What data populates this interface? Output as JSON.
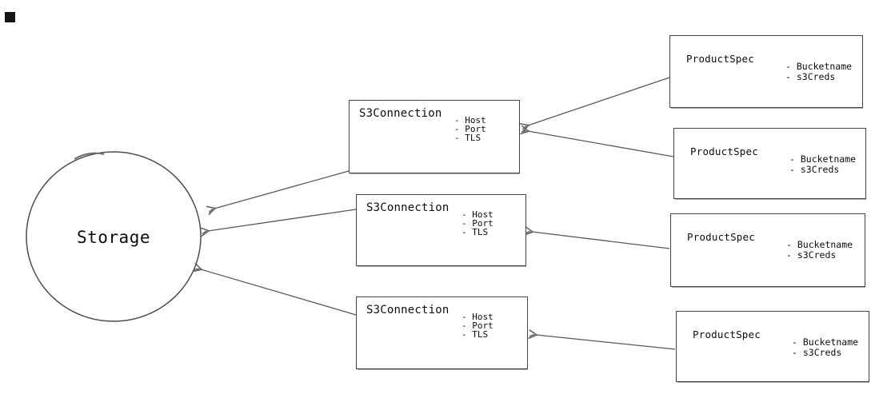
{
  "diagram": {
    "storage": {
      "label": "Storage"
    },
    "s3_connections": [
      {
        "title": "S3Connection",
        "attributes": [
          "- Host",
          "- Port",
          "- TLS"
        ]
      },
      {
        "title": "S3Connection",
        "attributes": [
          "- Host",
          "- Port",
          "- TLS"
        ]
      },
      {
        "title": "S3Connection",
        "attributes": [
          "- Host",
          "- Port",
          "- TLS"
        ]
      }
    ],
    "product_specs": [
      {
        "title": "ProductSpec",
        "attributes": [
          "- Bucketname",
          "- s3Creds"
        ]
      },
      {
        "title": "ProductSpec",
        "attributes": [
          "- Bucketname",
          "- s3Creds"
        ]
      },
      {
        "title": "ProductSpec",
        "attributes": [
          "- Bucketname",
          "- s3Creds"
        ]
      },
      {
        "title": "ProductSpec",
        "attributes": [
          "- Bucketname",
          "- s3Creds"
        ]
      }
    ],
    "colors": {
      "background": "#ffffff",
      "node_stroke": "#454545",
      "arrow_stroke": "#595959",
      "text": "#0d0d0d"
    }
  }
}
